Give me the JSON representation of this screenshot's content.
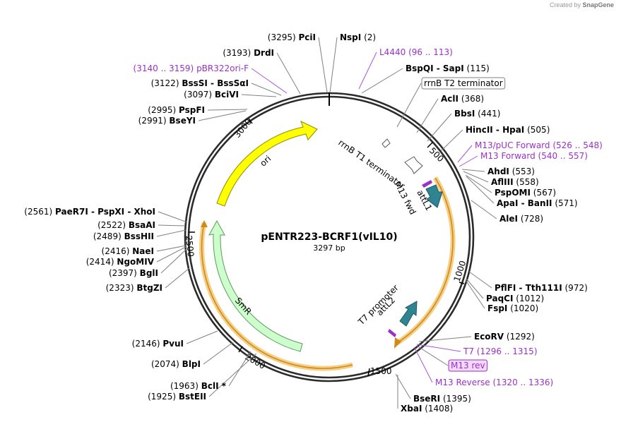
{
  "credit": {
    "prefix": "Created by",
    "brand": "SnapGene"
  },
  "plasmid": {
    "name": "pENTR223-BCRF1(vIL10)",
    "size": "3297 bp"
  },
  "scale_labels": [
    "500",
    "1000",
    "1500",
    "2000",
    "2500",
    "3000"
  ],
  "features": {
    "ori": "ori",
    "smr": "SmR",
    "rrnb_t1": "rrnB T1 terminator",
    "m13fwd": "M13 fwd",
    "attl1": "attL1",
    "t7promoter": "T7 promoter",
    "attl2": "attL2"
  },
  "sites": [
    {
      "pos": "(3295)",
      "name": "PciI"
    },
    {
      "pos": "(2)",
      "name": "NspI"
    },
    {
      "pos": "(3193)",
      "name": "DrdI"
    },
    {
      "pos": "(96 .. 113)",
      "name": "L4440"
    },
    {
      "pos": "(115)",
      "name": "BspQI  -  SapI"
    },
    {
      "pos": "(3140 .. 3159)",
      "name": "pBR322ori-F"
    },
    {
      "pos": "(3122)",
      "name": "BssSI  -  BssSαI"
    },
    {
      "pos": "(3097)",
      "name": "BciVI"
    },
    {
      "pos": "",
      "name": "rrnB T2 terminator"
    },
    {
      "pos": "(368)",
      "name": "AclI"
    },
    {
      "pos": "(2995)",
      "name": "PspFI"
    },
    {
      "pos": "(2991)",
      "name": "BseYI"
    },
    {
      "pos": "(441)",
      "name": "BbsI"
    },
    {
      "pos": "(505)",
      "name": "HincII  -  HpaI"
    },
    {
      "pos": "(526 .. 548)",
      "name": "M13/pUC Forward"
    },
    {
      "pos": "(540 .. 557)",
      "name": "M13 Forward"
    },
    {
      "pos": "(553)",
      "name": "AhdI"
    },
    {
      "pos": "(558)",
      "name": "AflIII"
    },
    {
      "pos": "(567)",
      "name": "PspOMI"
    },
    {
      "pos": "(571)",
      "name": "ApaI  -  BanII"
    },
    {
      "pos": "(2561)",
      "name": "PaeR7I  -  PspXI  -  XhoI"
    },
    {
      "pos": "(728)",
      "name": "AleI"
    },
    {
      "pos": "(2522)",
      "name": "BsaAI"
    },
    {
      "pos": "(2489)",
      "name": "BssHII"
    },
    {
      "pos": "(2416)",
      "name": "NaeI"
    },
    {
      "pos": "(2414)",
      "name": "NgoMIV"
    },
    {
      "pos": "(2397)",
      "name": "BglI"
    },
    {
      "pos": "(972)",
      "name": "PflFI  -  Tth111I"
    },
    {
      "pos": "(2323)",
      "name": "BtgZI"
    },
    {
      "pos": "(1012)",
      "name": "PaqCI"
    },
    {
      "pos": "(1020)",
      "name": "FspI"
    },
    {
      "pos": "(1292)",
      "name": "EcoRV"
    },
    {
      "pos": "(1296 .. 1315)",
      "name": "T7"
    },
    {
      "pos": "(2146)",
      "name": "PvuI"
    },
    {
      "pos": "",
      "name": "M13 rev"
    },
    {
      "pos": "(2074)",
      "name": "BlpI"
    },
    {
      "pos": "(1320 .. 1336)",
      "name": "M13 Reverse"
    },
    {
      "pos": "(1963)",
      "name": "BclI *"
    },
    {
      "pos": "(1925)",
      "name": "BstEII"
    },
    {
      "pos": "(1395)",
      "name": "BseRI"
    },
    {
      "pos": "(1408)",
      "name": "XbaI"
    }
  ]
}
